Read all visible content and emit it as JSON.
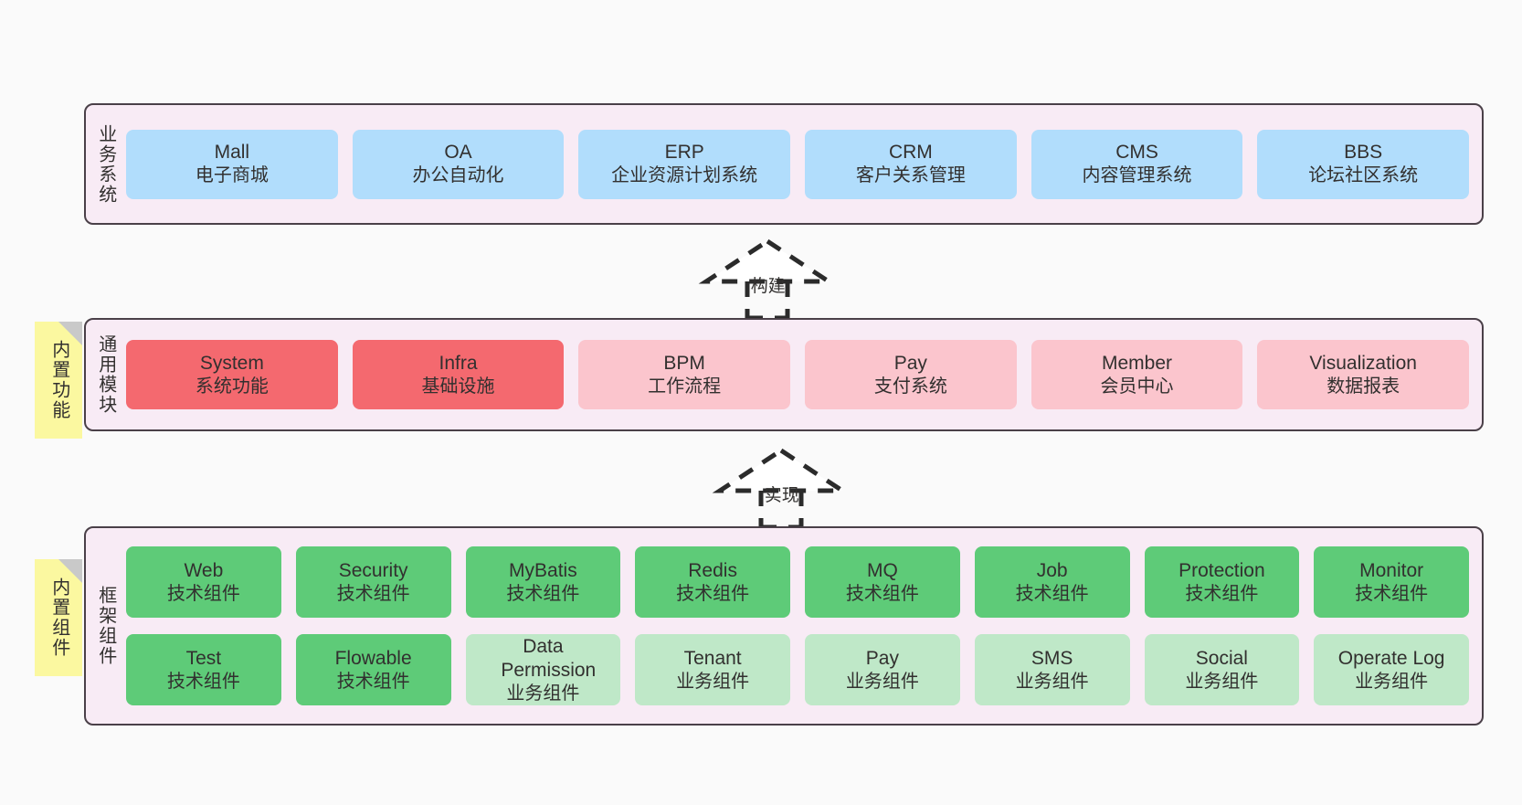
{
  "colors": {
    "band_bg": "#f8ebf5",
    "band_border": "#4a4048",
    "blue": "#b1ddfc",
    "red": "#f4696f",
    "pink": "#fbc5cd",
    "green": "#5ecb78",
    "light_green": "#bfe8c8",
    "note_yellow": "#fbf8a0",
    "note_fold": "#c9c9c9",
    "text": "#32302f"
  },
  "bands": [
    {
      "id": "business",
      "label": "业务系统",
      "rows": [
        [
          {
            "name": "Mall",
            "desc": "电子商城",
            "color": "blue"
          },
          {
            "name": "OA",
            "desc": "办公自动化",
            "color": "blue"
          },
          {
            "name": "ERP",
            "desc": "企业资源计划系统",
            "color": "blue"
          },
          {
            "name": "CRM",
            "desc": "客户关系管理",
            "color": "blue"
          },
          {
            "name": "CMS",
            "desc": "内容管理系统",
            "color": "blue"
          },
          {
            "name": "BBS",
            "desc": "论坛社区系统",
            "color": "blue"
          }
        ]
      ]
    },
    {
      "id": "common",
      "label": "通用模块",
      "note": "内置功能",
      "rows": [
        [
          {
            "name": "System",
            "desc": "系统功能",
            "color": "red"
          },
          {
            "name": "Infra",
            "desc": "基础设施",
            "color": "red"
          },
          {
            "name": "BPM",
            "desc": "工作流程",
            "color": "pink"
          },
          {
            "name": "Pay",
            "desc": "支付系统",
            "color": "pink"
          },
          {
            "name": "Member",
            "desc": "会员中心",
            "color": "pink"
          },
          {
            "name": "Visualization",
            "desc": "数据报表",
            "color": "pink"
          }
        ]
      ]
    },
    {
      "id": "framework",
      "label": "框架组件",
      "note": "内置组件",
      "rows": [
        [
          {
            "name": "Web",
            "desc": "技术组件",
            "color": "green"
          },
          {
            "name": "Security",
            "desc": "技术组件",
            "color": "green"
          },
          {
            "name": "MyBatis",
            "desc": "技术组件",
            "color": "green"
          },
          {
            "name": "Redis",
            "desc": "技术组件",
            "color": "green"
          },
          {
            "name": "MQ",
            "desc": "技术组件",
            "color": "green"
          },
          {
            "name": "Job",
            "desc": "技术组件",
            "color": "green"
          },
          {
            "name": "Protection",
            "desc": "技术组件",
            "color": "green"
          },
          {
            "name": "Monitor",
            "desc": "技术组件",
            "color": "green"
          }
        ],
        [
          {
            "name": "Test",
            "desc": "技术组件",
            "color": "green"
          },
          {
            "name": "Flowable",
            "desc": "技术组件",
            "color": "green"
          },
          {
            "name": "Data Permission",
            "desc": "业务组件",
            "color": "light_green"
          },
          {
            "name": "Tenant",
            "desc": "业务组件",
            "color": "light_green"
          },
          {
            "name": "Pay",
            "desc": "业务组件",
            "color": "light_green"
          },
          {
            "name": "SMS",
            "desc": "业务组件",
            "color": "light_green"
          },
          {
            "name": "Social",
            "desc": "业务组件",
            "color": "light_green"
          },
          {
            "name": "Operate Log",
            "desc": "业务组件",
            "color": "light_green"
          }
        ]
      ]
    }
  ],
  "connectors": [
    {
      "id": "build",
      "label": "构建"
    },
    {
      "id": "implement",
      "label": "实现"
    }
  ]
}
